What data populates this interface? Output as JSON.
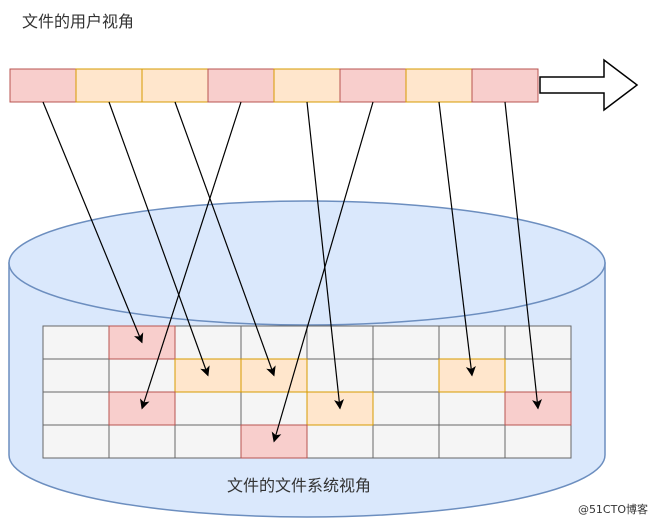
{
  "labels": {
    "user_view": "文件的用户视角",
    "fs_view": "文件的文件系统视角",
    "watermark": "@51CTO博客"
  },
  "colors": {
    "pink_fill": "#f8cecc",
    "pink_stroke": "#b85450",
    "peach_fill": "#ffe6cc",
    "peach_stroke": "#d79b00",
    "empty_fill": "#f5f5f5",
    "empty_stroke": "#666666",
    "disk_fill": "#dae8fc",
    "disk_stroke": "#6c8ebf"
  },
  "strip_blocks": [
    "pink",
    "peach",
    "peach",
    "pink",
    "peach",
    "pink",
    "peach",
    "pink"
  ],
  "grid": {
    "rows": 4,
    "cols": 8,
    "filled": [
      {
        "row": 0,
        "col": 1,
        "kind": "pink"
      },
      {
        "row": 1,
        "col": 2,
        "kind": "peach"
      },
      {
        "row": 1,
        "col": 3,
        "kind": "peach"
      },
      {
        "row": 1,
        "col": 6,
        "kind": "peach"
      },
      {
        "row": 2,
        "col": 1,
        "kind": "pink"
      },
      {
        "row": 2,
        "col": 4,
        "kind": "peach"
      },
      {
        "row": 2,
        "col": 7,
        "kind": "pink"
      },
      {
        "row": 3,
        "col": 3,
        "kind": "pink"
      }
    ]
  },
  "mappings": [
    {
      "from": 0,
      "to_row": 0,
      "to_col": 1
    },
    {
      "from": 1,
      "to_row": 1,
      "to_col": 2
    },
    {
      "from": 2,
      "to_row": 1,
      "to_col": 3
    },
    {
      "from": 3,
      "to_row": 2,
      "to_col": 1
    },
    {
      "from": 4,
      "to_row": 2,
      "to_col": 4
    },
    {
      "from": 5,
      "to_row": 3,
      "to_col": 3
    },
    {
      "from": 6,
      "to_row": 1,
      "to_col": 6
    },
    {
      "from": 7,
      "to_row": 2,
      "to_col": 7
    }
  ]
}
